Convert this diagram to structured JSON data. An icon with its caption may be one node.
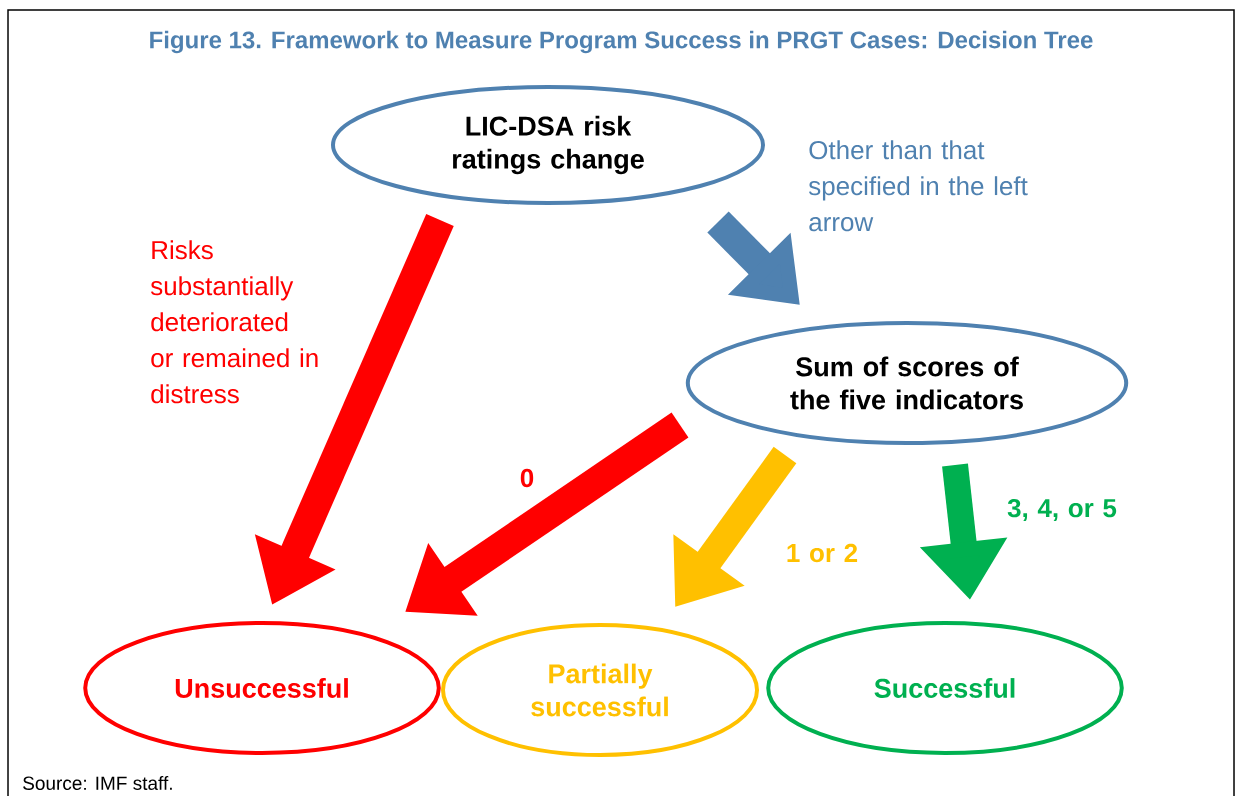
{
  "diagram": {
    "title": "Figure 13. Framework to Measure Program Success in PRGT Cases: Decision Tree",
    "caption": "Source: IMF staff.",
    "nodes": [
      {
        "text": [
          "LIC-DSA risk ratings change"
        ]
      },
      {
        "text": [
          "Sum of scores of the five indicators"
        ]
      },
      {
        "text": [
          "Unsuccessful"
        ]
      },
      {
        "text": [
          "Partially successful"
        ]
      },
      {
        "text": [
          "Successful"
        ]
      }
    ],
    "edges": [
      {
        "from": 0,
        "to": 2,
        "arrow": "to",
        "label": "Risks substantially deteriorated or remained in distress",
        "color": "#ff0000"
      },
      {
        "from": 0,
        "to": 1,
        "arrow": "to",
        "label": "Other than that specified in the left arrow",
        "color": "#4f81b0"
      },
      {
        "from": 1,
        "to": 2,
        "arrow": "to",
        "label": "0",
        "color": "#ff0000"
      },
      {
        "from": 1,
        "to": 3,
        "arrow": "to",
        "label": "1 or 2",
        "color": "#ffc000"
      },
      {
        "from": 1,
        "to": 4,
        "arrow": "to",
        "label": "3, 4, or 5",
        "color": "#00b050"
      }
    ]
  }
}
